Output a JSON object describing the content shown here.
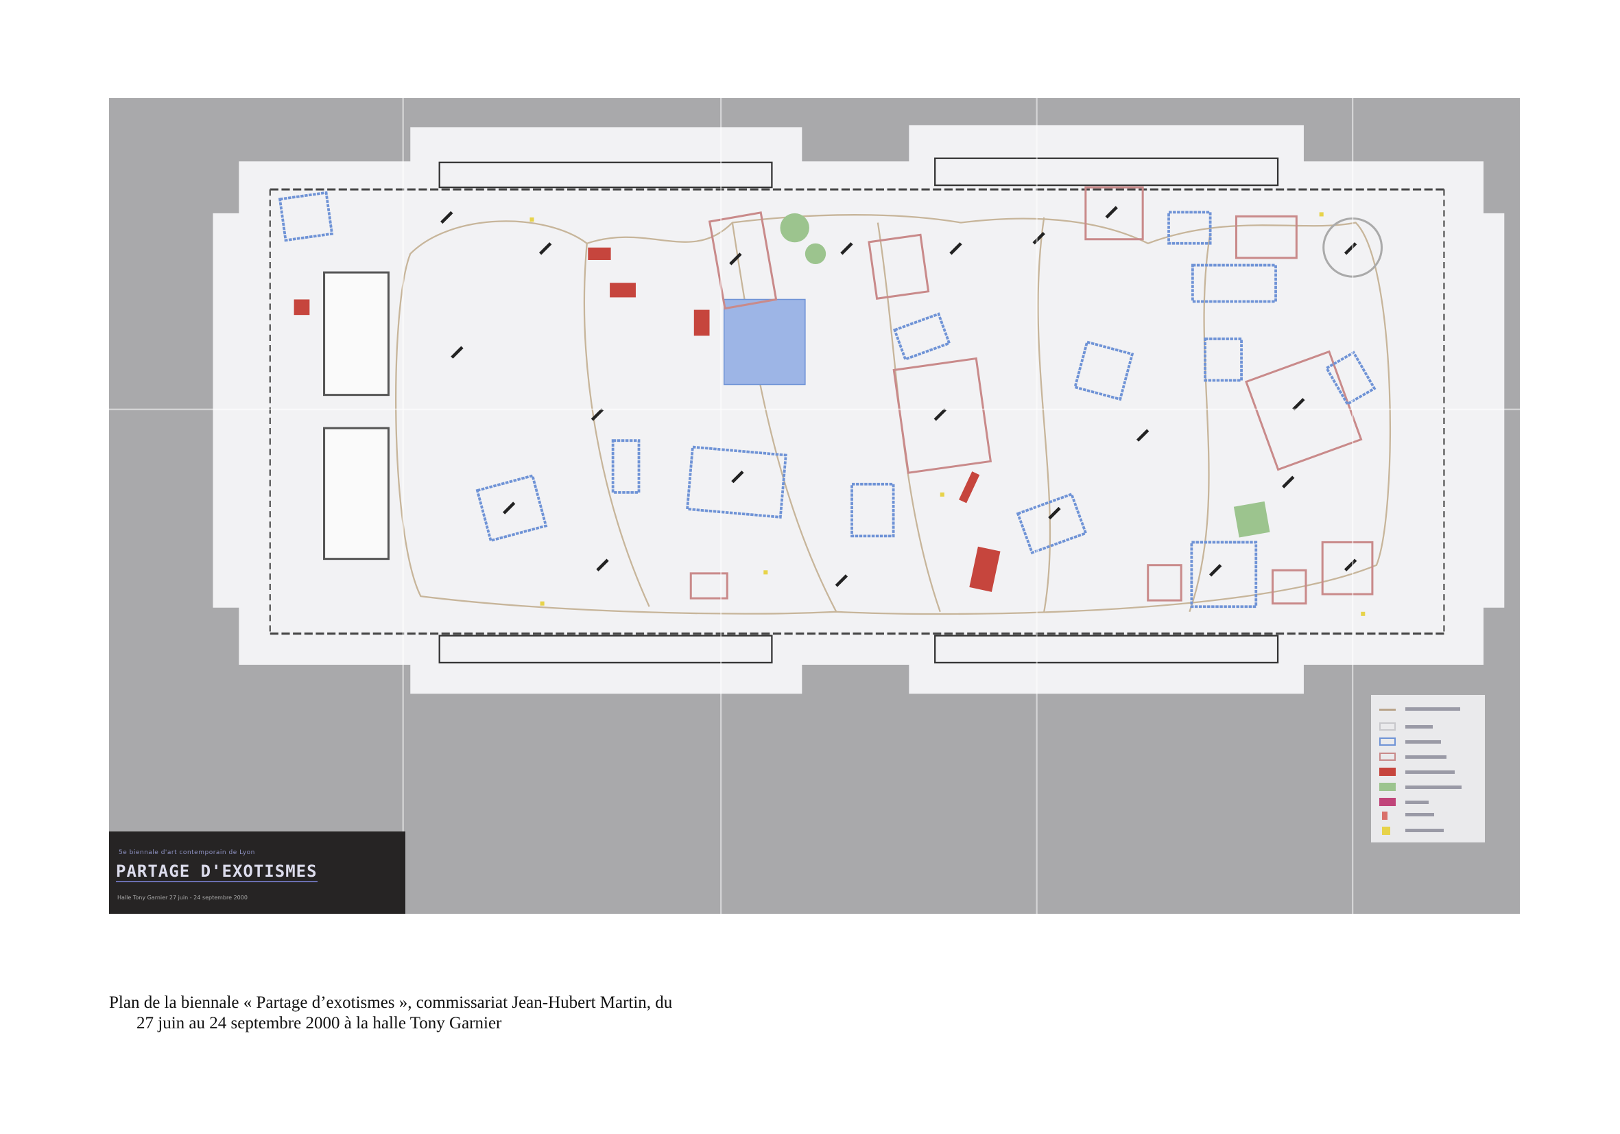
{
  "banner": {
    "subtitle": "5e biennale d'art contemporain de Lyon",
    "title": "PARTAGE D'EXOTISMES",
    "dates": "Halle Tony Garnier 27 juin - 24 septembre 2000"
  },
  "legend": {
    "swatch_colors": [
      "#b9a48a",
      "#c8c8cc",
      "#6f93d6",
      "#c98a8a",
      "#c6453d",
      "#9cc48e",
      "#c0457a",
      "#d9706a",
      "#e7d34a"
    ]
  },
  "caption": {
    "line1": "Plan de la biennale « Partage d’exotismes », commissariat Jean-Hubert Martin, du",
    "line2": "27 juin au 24 septembre 2000 à la halle Tony Garnier"
  }
}
